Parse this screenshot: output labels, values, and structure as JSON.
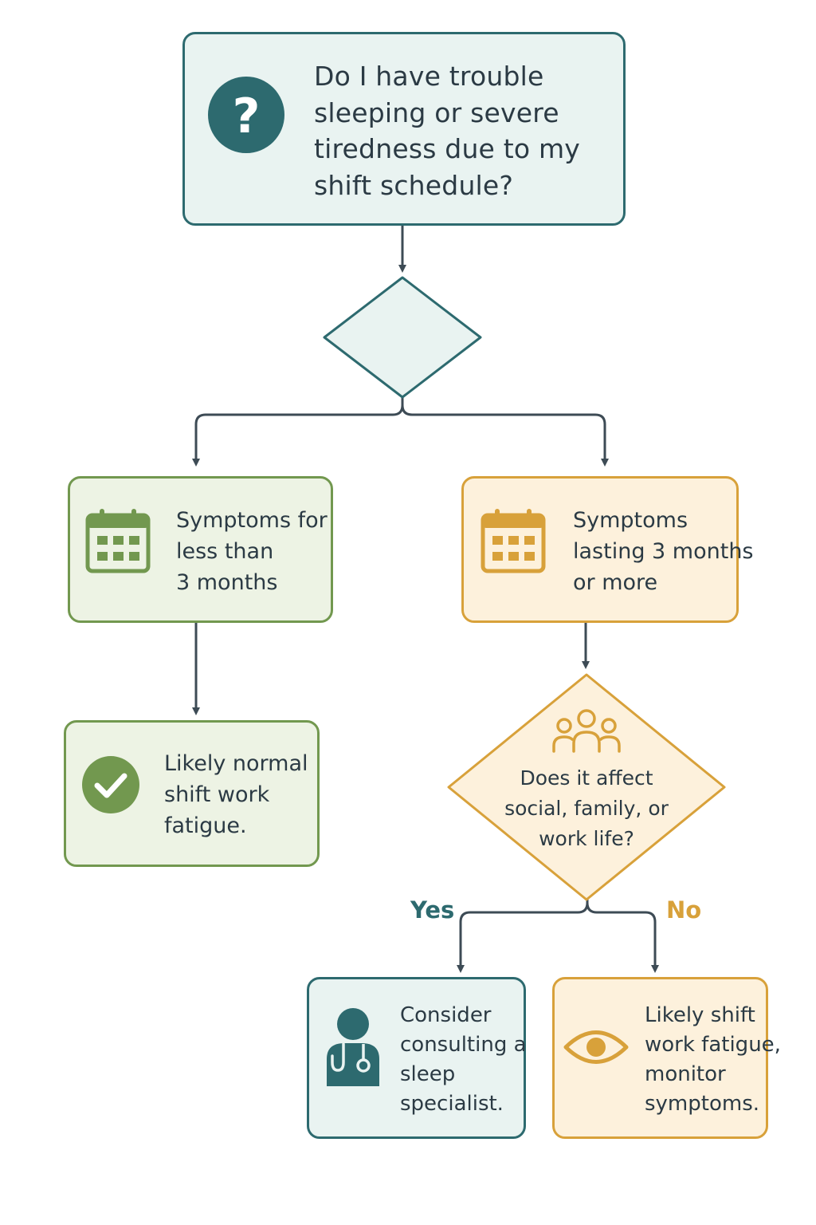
{
  "title_box": {
    "icon": "question-mark-icon",
    "lines": [
      "Do I have trouble",
      "sleeping or severe",
      "tiredness due to my",
      "shift schedule?"
    ]
  },
  "left_branch": {
    "icon": "calendar-icon",
    "lines": [
      "Symptoms for",
      "less than",
      "3 months"
    ]
  },
  "right_branch": {
    "icon": "calendar-icon",
    "lines": [
      "Symptoms",
      "lasting 3 months",
      "or more"
    ]
  },
  "left_result": {
    "icon": "check-circle-icon",
    "lines": [
      "Likely normal",
      "shift work",
      "fatigue."
    ]
  },
  "decision": {
    "icon": "people-icon",
    "lines": [
      "Does it affect",
      "social, family, or",
      "work life?"
    ]
  },
  "yes_label": "Yes",
  "no_label": "No",
  "yes_result": {
    "icon": "doctor-icon",
    "lines": [
      "Consider",
      "consulting a",
      "sleep",
      "specialist."
    ]
  },
  "no_result": {
    "icon": "eye-icon",
    "lines": [
      "Likely shift",
      "work fatigue,",
      "monitor",
      "symptoms."
    ]
  },
  "colors": {
    "teal": "#2d6a6f",
    "green": "#72984f",
    "orange": "#d8a13a",
    "line": "#3d4b55"
  }
}
